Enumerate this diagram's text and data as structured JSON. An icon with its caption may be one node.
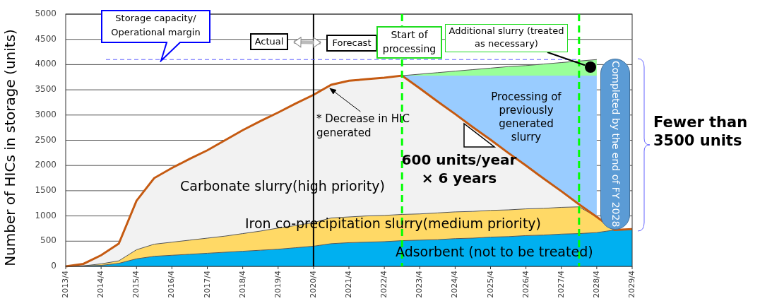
{
  "diagram": {
    "nodes": [
      {
        "text": [
          "Storage capacity/ Operational margin"
        ]
      },
      {
        "text": [
          "Actual"
        ]
      },
      {
        "text": [
          "Forecast"
        ]
      },
      {
        "text": [
          "Start of processing"
        ]
      },
      {
        "text": [
          "Additional slurry (treated as necessary)"
        ]
      },
      {
        "text": [],
        "shape": "circle"
      },
      {
        "text": [
          "* Decrease in HIC generated"
        ]
      },
      {
        "text": [
          "Completed by the end of FY 2028"
        ]
      }
    ],
    "edges": [
      {
        "from": 1,
        "to": 2,
        "arrow": "both",
        "style": "thick",
        "color": "#bbbbbb"
      },
      {
        "from": 4,
        "to": 5,
        "arrow": "none"
      },
      {
        "from": 6,
        "to": null,
        "arrow": "to"
      }
    ],
    "labels": [
      "600 units/year × 6 years",
      "Fewer than 3500 units"
    ],
    "chart_data": {
      "type": "area",
      "stacked": true,
      "ylabel": "Number of HICs in storage (units)",
      "categories": [
        "2013/4",
        null,
        "2014/4",
        null,
        "2015/4",
        null,
        "2016/4",
        null,
        "2017/4",
        null,
        "2018/4",
        null,
        "2019/4",
        null,
        "2020/4",
        null,
        "2021/4",
        null,
        "2022/4",
        null,
        "2023/4",
        null,
        "2024/4",
        null,
        "2025/4",
        null,
        "2026/4",
        null,
        "2027/4",
        null,
        "2028/4",
        null,
        "2029/4"
      ],
      "series": [
        {
          "name": "Adsorbent (not to be treated)",
          "color": "#00b0f0",
          "values": [
            0,
            10,
            20,
            60,
            150,
            200,
            220,
            240,
            260,
            280,
            300,
            320,
            340,
            370,
            400,
            450,
            470,
            480,
            490,
            510,
            520,
            530,
            550,
            560,
            580,
            590,
            610,
            620,
            640,
            650,
            670,
            720,
            740
          ]
        },
        {
          "name": "Iron co-precipitation slurry(medium priority)",
          "color": "#ffd966",
          "values": [
            0,
            0,
            30,
            50,
            180,
            240,
            260,
            280,
            300,
            320,
            350,
            380,
            420,
            440,
            470,
            510,
            510,
            520,
            520,
            520,
            520,
            530,
            530,
            530,
            530,
            530,
            530,
            530,
            530,
            530,
            310,
            0,
            0
          ]
        },
        {
          "name": "Carbonate slurry(high priority)",
          "color": "#f2f2f2",
          "values": [
            0,
            40,
            170,
            340,
            970,
            1310,
            1470,
            1610,
            1740,
            1900,
            2050,
            2180,
            2290,
            2420,
            2530,
            2640,
            2700,
            2710,
            2730,
            2750,
            2490,
            2210,
            1940,
            1670,
            1400,
            1130,
            860,
            590,
            320,
            50,
            0,
            0,
            0
          ]
        },
        {
          "name": "Processing of previously generated slurry",
          "color": "#99ccff",
          "values": [
            null,
            null,
            null,
            null,
            null,
            null,
            null,
            null,
            null,
            null,
            null,
            null,
            null,
            null,
            null,
            null,
            null,
            null,
            null,
            0,
            250,
            510,
            760,
            1020,
            1270,
            1530,
            1780,
            2040,
            2290,
            2550,
            2800,
            null,
            null
          ]
        },
        {
          "color": "#99ff99",
          "values": [
            null,
            null,
            null,
            null,
            null,
            null,
            null,
            null,
            null,
            null,
            null,
            null,
            null,
            null,
            null,
            null,
            null,
            null,
            null,
            0,
            30,
            60,
            90,
            120,
            150,
            180,
            200,
            230,
            260,
            290,
            320,
            null,
            null
          ]
        }
      ],
      "ylim": [
        0,
        5000
      ],
      "grid": true,
      "ref_lines": [
        {
          "axis": "x",
          "value": "2020/4",
          "color": "#000000"
        },
        {
          "axis": "y",
          "value": 4100,
          "color": "#6666ff"
        }
      ],
      "yticks": [
        0,
        500,
        1000,
        1500,
        2000,
        2500,
        3000,
        3500,
        4000,
        4500,
        5000
      ]
    }
  }
}
